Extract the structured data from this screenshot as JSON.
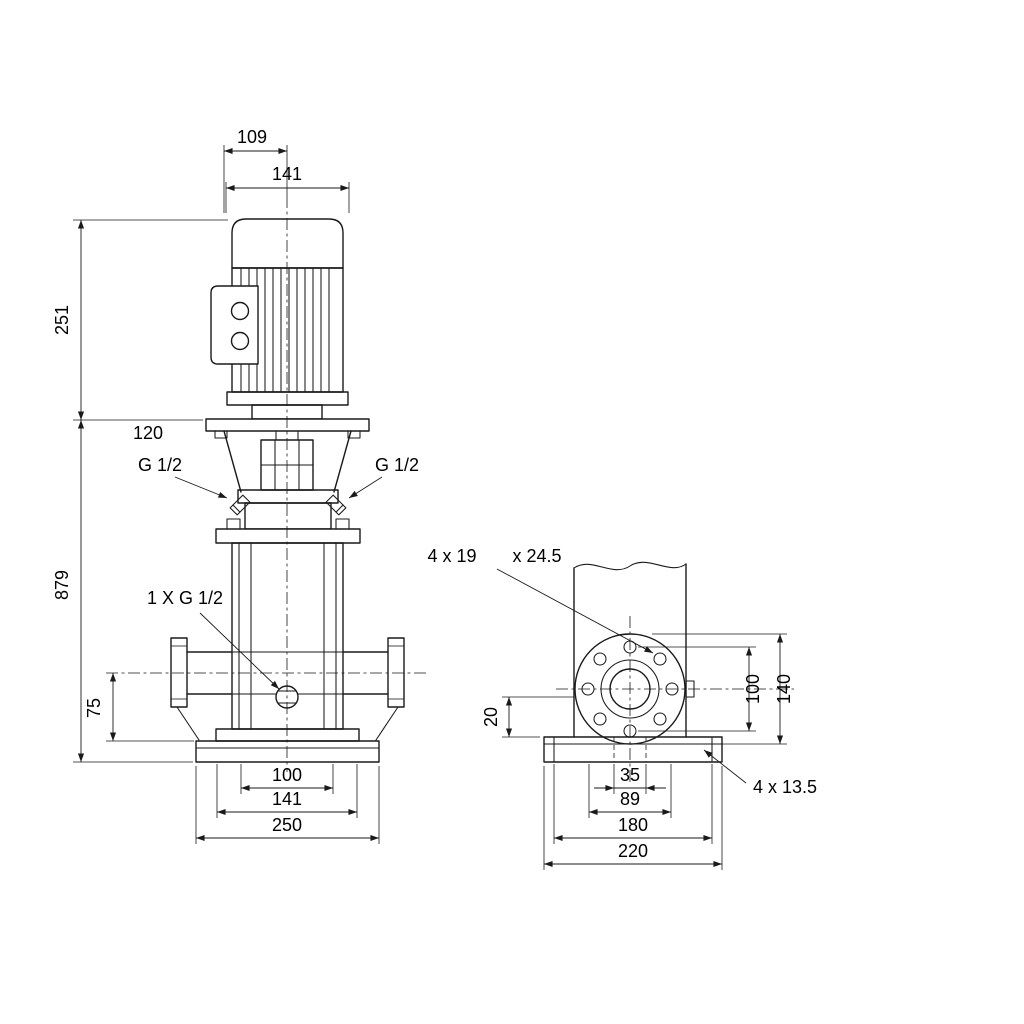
{
  "front_view": {
    "dims": {
      "motor_face_to_center": "109",
      "motor_width": "141",
      "motor_height": "251",
      "coupling_height": "120",
      "pump_height": "879",
      "port_centerline_height": "75",
      "inner_diameter": "100",
      "sleeve_diameter": "141",
      "base_width": "250"
    },
    "labels": {
      "gauge_port_left": "G 1/2",
      "gauge_port_right": "G 1/2",
      "drain_port": "1 X G 1/2"
    }
  },
  "side_view": {
    "dims": {
      "base_plate_thickness": "20",
      "bolt_circle_diameter": "100",
      "flange_outer_diameter": "140",
      "base_hole_pitch_small": "35",
      "base_hole_pitch_large": "89",
      "base_hole_span": "180",
      "base_depth": "220"
    },
    "labels": {
      "flange_holes": "4 x 19",
      "flange_counterbore": "x 24.5",
      "base_holes": "4 x 13.5"
    }
  }
}
